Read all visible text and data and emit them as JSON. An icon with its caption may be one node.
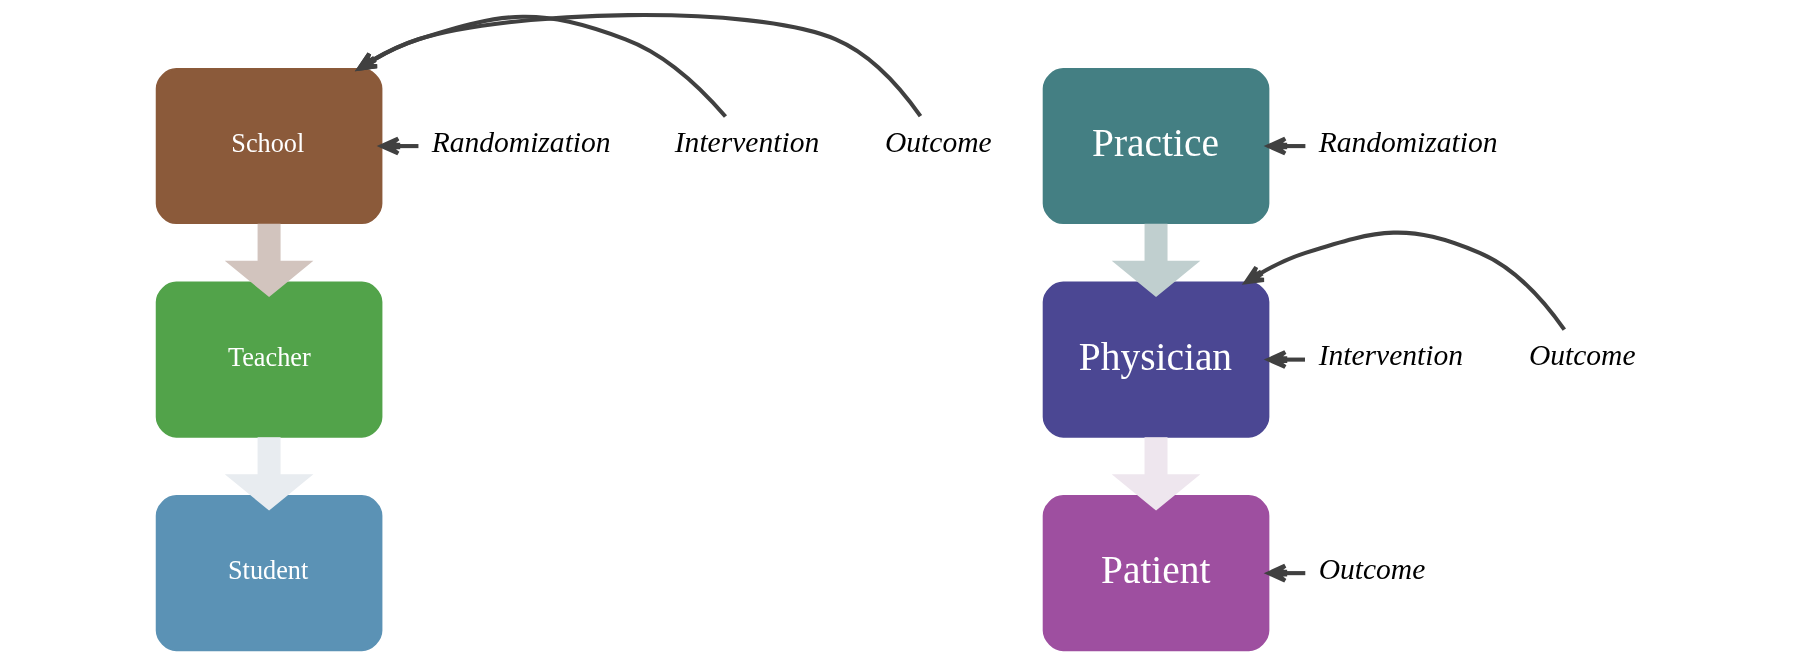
{
  "diagram": {
    "nodes": [
      {
        "text": [
          "School"
        ]
      },
      {
        "text": [
          "Randomization"
        ]
      },
      {
        "text": [
          "Intervention"
        ]
      },
      {
        "text": [
          "Outcome"
        ]
      },
      {
        "text": [
          "Teacher"
        ]
      },
      {
        "text": [
          "Student"
        ]
      },
      {
        "text": [
          "Practice"
        ]
      },
      {
        "text": [
          "Randomization"
        ]
      },
      {
        "text": [
          "Physician"
        ]
      },
      {
        "text": [
          "Intervention"
        ]
      },
      {
        "text": [
          "Outcome"
        ]
      },
      {
        "text": [
          "Patient"
        ]
      },
      {
        "text": [
          "Outcome"
        ]
      }
    ],
    "edges": [
      {
        "from": 1,
        "to": 0,
        "arrow": "to"
      },
      {
        "from": 2,
        "to": 0,
        "arrow": "to"
      },
      {
        "from": 3,
        "to": 0,
        "arrow": "to"
      },
      {
        "from": 0,
        "to": 4,
        "arrow": "to",
        "style": "thick",
        "color": "#d2c4be"
      },
      {
        "from": 4,
        "to": 5,
        "arrow": "to",
        "style": "thick",
        "color": "#e8ecf0"
      },
      {
        "from": 7,
        "to": 6,
        "arrow": "to"
      },
      {
        "from": 6,
        "to": 8,
        "arrow": "to",
        "style": "thick",
        "color": "#c0cfcf"
      },
      {
        "from": 9,
        "to": 8,
        "arrow": "to"
      },
      {
        "from": 10,
        "to": 8,
        "arrow": "to"
      },
      {
        "from": 8,
        "to": 11,
        "arrow": "to",
        "style": "thick",
        "color": "#eee6ee"
      },
      {
        "from": 12,
        "to": 11,
        "arrow": "to"
      }
    ]
  }
}
